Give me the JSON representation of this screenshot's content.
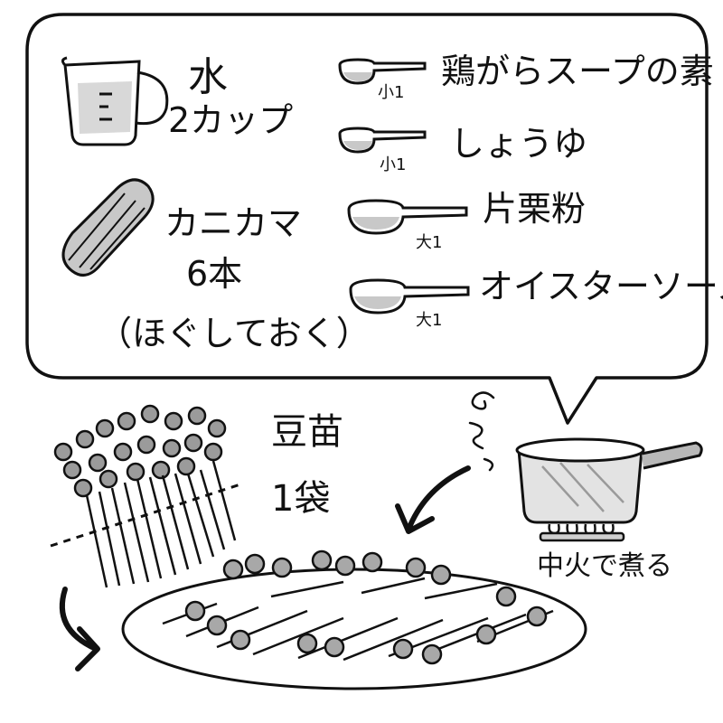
{
  "bubble": {
    "water": {
      "name": "水",
      "amount": "2カップ"
    },
    "crab": {
      "name": "カニカマ",
      "amount": "6本",
      "note": "（ほぐしておく）"
    },
    "seasonings": [
      {
        "name": "鶏がらスープの素",
        "measure": "小1"
      },
      {
        "name": "しょうゆ",
        "measure": "小1"
      },
      {
        "name": "片栗粉",
        "measure": "大1"
      },
      {
        "name": "オイスターソース",
        "measure": "大1"
      }
    ]
  },
  "sprouts": {
    "name": "豆苗",
    "amount": "1袋"
  },
  "pot": {
    "instruction": "中火で煮る"
  },
  "colors": {
    "line": "#111111",
    "shade": "#b3b3b3",
    "light_shade": "#d0d0d0",
    "paper": "#ffffff"
  },
  "icons": [
    "measuring-cup-icon",
    "crab-stick-icon",
    "measuring-spoon-icon",
    "pot-icon",
    "steam-icon",
    "burner-flame-icon",
    "pea-sprouts-icon",
    "scissors-cut-line-icon",
    "arrow-icon",
    "plate-icon"
  ]
}
